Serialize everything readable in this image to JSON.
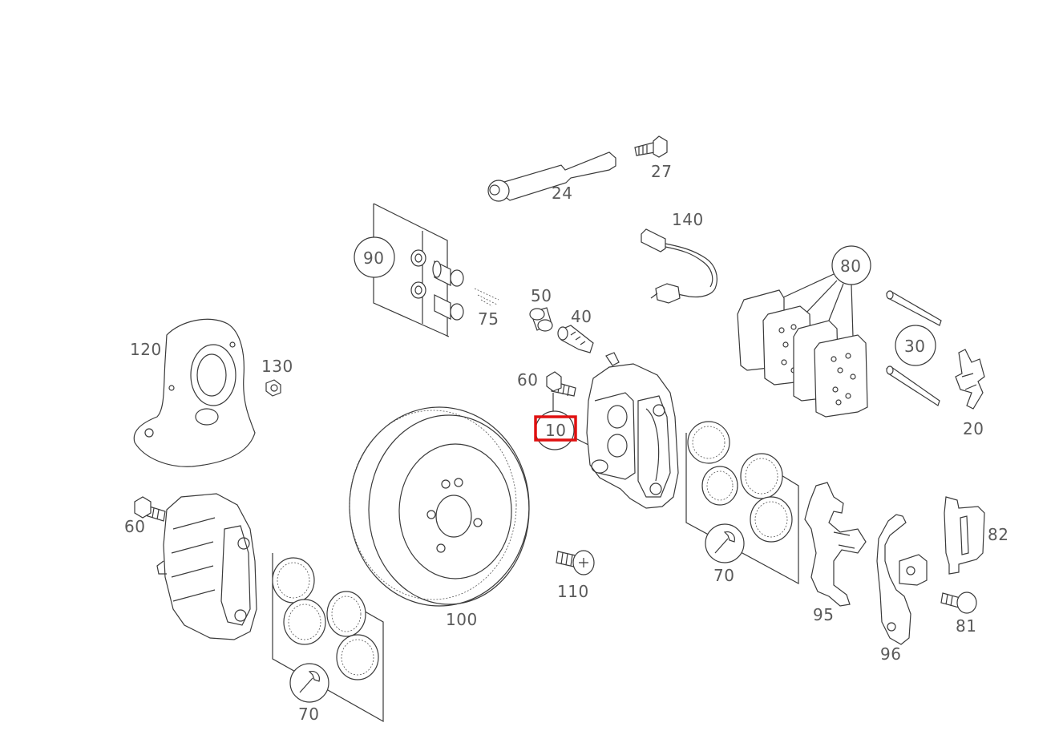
{
  "diagram": {
    "labels": {
      "p24": "24",
      "p27": "27",
      "p140": "140",
      "p90": "90",
      "p75": "75",
      "p80": "80",
      "p50": "50",
      "p40": "40",
      "p30": "30",
      "p120": "120",
      "p130": "130",
      "p60a": "60",
      "p10": "10",
      "p20": "20",
      "p60b": "60",
      "p100": "100",
      "p110": "110",
      "p70a": "70",
      "p70b": "70",
      "p95": "95",
      "p96": "96",
      "p82": "82",
      "p81": "81"
    },
    "highlighted_part": "10",
    "highlight_color": "#e01010"
  }
}
